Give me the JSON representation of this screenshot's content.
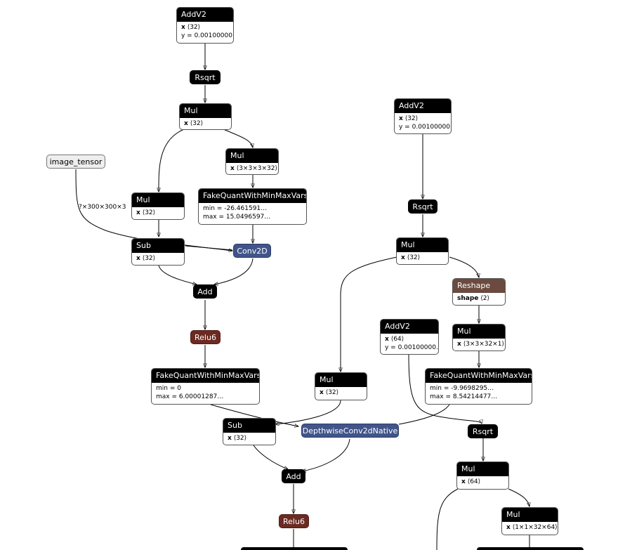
{
  "graph": {
    "nodes": {
      "addv2_a": {
        "title": "AddV2",
        "attr1_name": "x",
        "attr1_value": "⟨32⟩",
        "attr2": "y = 0.00100000…"
      },
      "rsqrt_a": {
        "title": "Rsqrt"
      },
      "mul_a": {
        "title": "Mul",
        "attr1_name": "x",
        "attr1_value": "⟨32⟩"
      },
      "mul_w1": {
        "title": "Mul",
        "attr1_name": "x",
        "attr1_value": "⟨3×3×3×32⟩"
      },
      "image_tensor": {
        "title": "image_tensor"
      },
      "mul_b": {
        "title": "Mul",
        "attr1_name": "x",
        "attr1_value": "⟨32⟩"
      },
      "fq_w1": {
        "title": "FakeQuantWithMinMaxVars",
        "attr1": "min = -26.461591…",
        "attr2": "max = 15.0496597…"
      },
      "sub_a": {
        "title": "Sub",
        "attr1_name": "x",
        "attr1_value": "⟨32⟩"
      },
      "conv2d": {
        "title": "Conv2D"
      },
      "add_a": {
        "title": "Add"
      },
      "relu6_a": {
        "title": "Relu6"
      },
      "fq_act1": {
        "title": "FakeQuantWithMinMaxVars",
        "attr1": "min = 0",
        "attr2": "max = 6.00001287…"
      },
      "addv2_b": {
        "title": "AddV2",
        "attr1_name": "x",
        "attr1_value": "⟨32⟩",
        "attr2": "y = 0.00100000…"
      },
      "rsqrt_b": {
        "title": "Rsqrt"
      },
      "mul_c": {
        "title": "Mul",
        "attr1_name": "x",
        "attr1_value": "⟨32⟩"
      },
      "reshape": {
        "title": "Reshape",
        "attr1_name": "shape",
        "attr1_value": "⟨2⟩"
      },
      "addv2_c": {
        "title": "AddV2",
        "attr1_name": "x",
        "attr1_value": "⟨64⟩",
        "attr2": "y = 0.00100000…"
      },
      "mul_w2": {
        "title": "Mul",
        "attr1_name": "x",
        "attr1_value": "⟨3×3×32×1⟩"
      },
      "mul_d": {
        "title": "Mul",
        "attr1_name": "x",
        "attr1_value": "⟨32⟩"
      },
      "fq_w2": {
        "title": "FakeQuantWithMinMaxVars",
        "attr1": "min = -9.9698295…",
        "attr2": "max = 8.54214477…"
      },
      "sub_b": {
        "title": "Sub",
        "attr1_name": "x",
        "attr1_value": "⟨32⟩"
      },
      "dwconv": {
        "title": "DepthwiseConv2dNative"
      },
      "rsqrt_c": {
        "title": "Rsqrt"
      },
      "add_b": {
        "title": "Add"
      },
      "mul_e": {
        "title": "Mul",
        "attr1_name": "x",
        "attr1_value": "⟨64⟩"
      },
      "relu6_b": {
        "title": "Relu6"
      },
      "mul_f": {
        "title": "Mul",
        "attr1_name": "x",
        "attr1_value": "⟨1×1×32×64⟩"
      }
    },
    "edge_labels": {
      "image_shape": "?×300×300×3"
    }
  }
}
